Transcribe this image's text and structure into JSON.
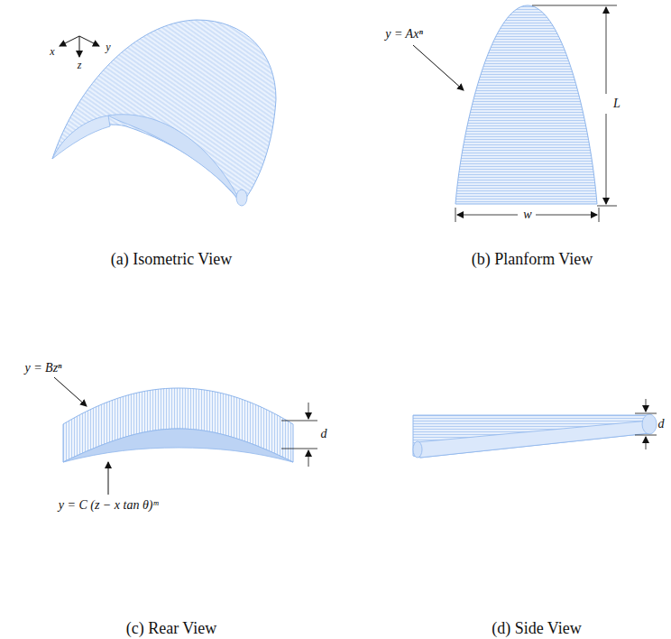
{
  "diagram": {
    "labels": [
      "x",
      "z",
      "y",
      "(a) Isometric View",
      "y = Axⁿ",
      "L",
      "w",
      "(b) Planform View",
      "y = Bzⁿ",
      "d",
      "y = C (z − x tan θ)ᵐ",
      "(c) Rear View",
      "d",
      "(d) Side View"
    ]
  }
}
